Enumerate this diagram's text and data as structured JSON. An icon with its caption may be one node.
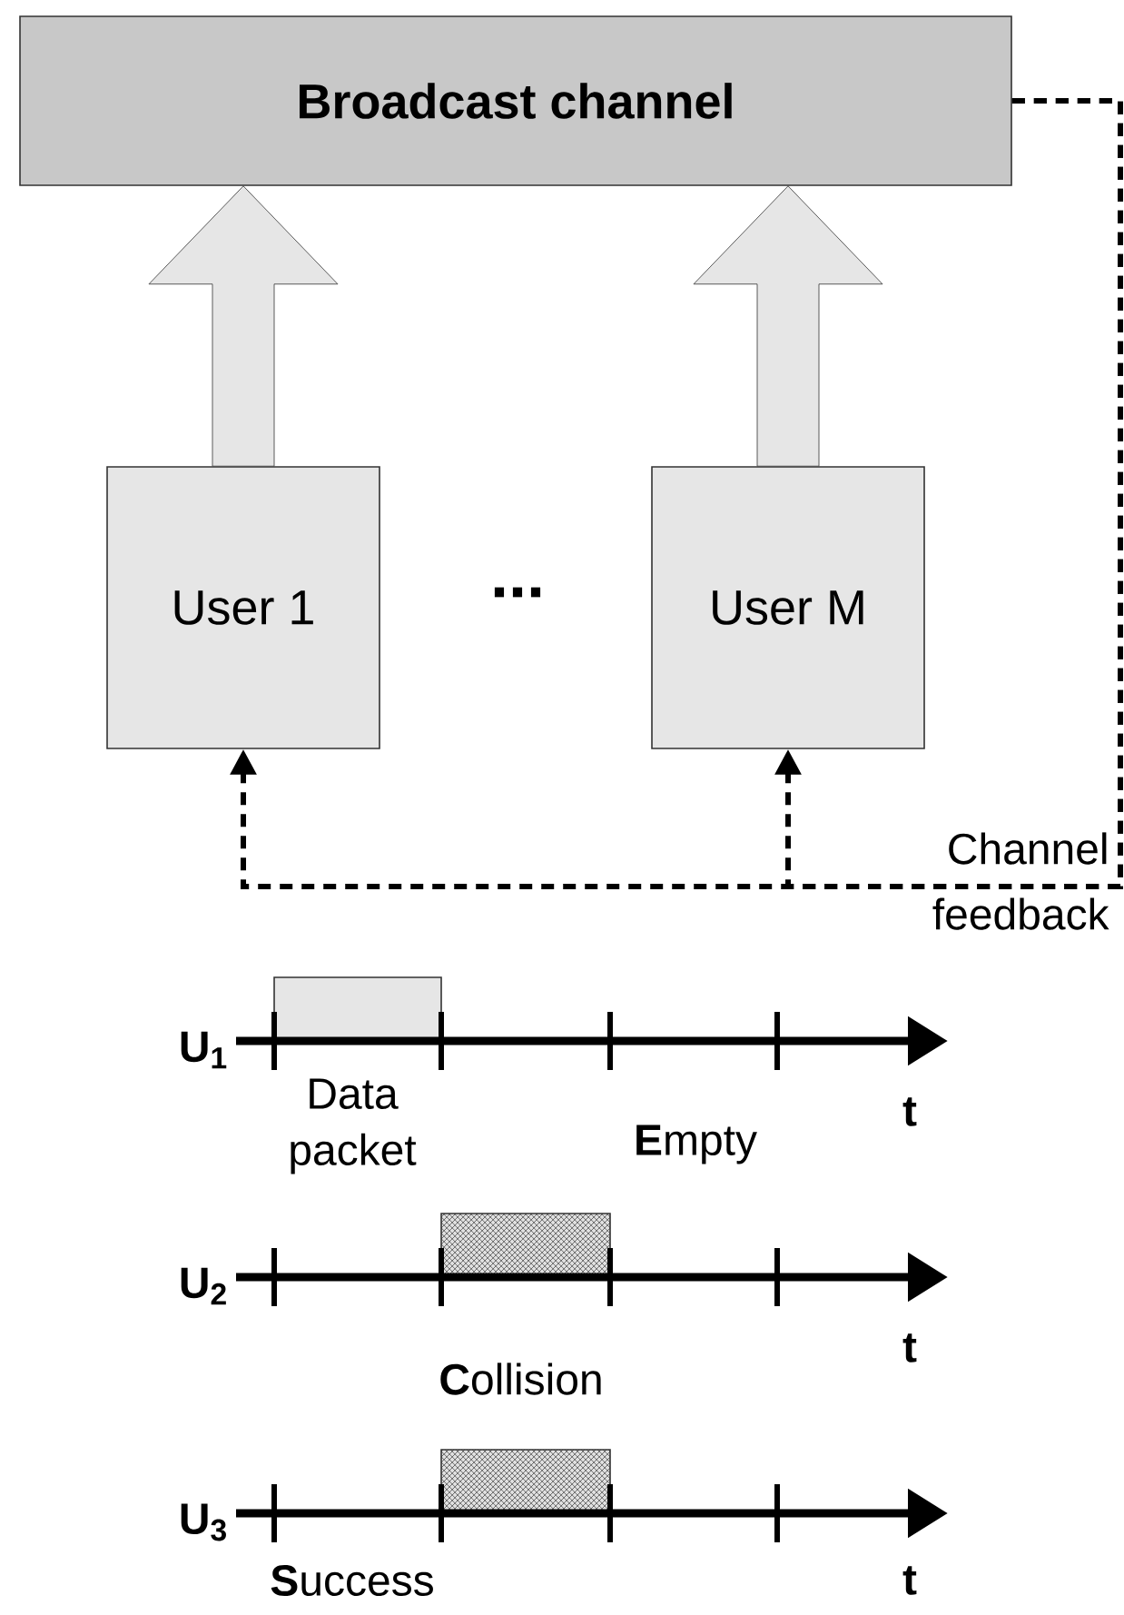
{
  "diagram": {
    "nodes": [
      {
        "text": [
          "Broadcast channel"
        ]
      },
      {
        "text": [
          "User 1"
        ]
      },
      {
        "text": [
          "User M"
        ]
      }
    ],
    "edges": [
      {
        "from": 1,
        "to": 0,
        "arrow": "to"
      },
      {
        "from": 2,
        "to": 0,
        "arrow": "to"
      },
      {
        "from": 0,
        "to": 1,
        "arrow": "to",
        "style": "dashed",
        "label": "Channel feedback"
      },
      {
        "from": 0,
        "to": 2,
        "arrow": "to",
        "style": "dashed"
      }
    ],
    "labels": [
      "...",
      "U$_{1}$",
      "Data packet",
      "**E**mpty",
      "t",
      "U$_{2}$",
      "t",
      "**C**ollision",
      "U$_{3}$",
      "**S**uccess",
      "t"
    ]
  }
}
